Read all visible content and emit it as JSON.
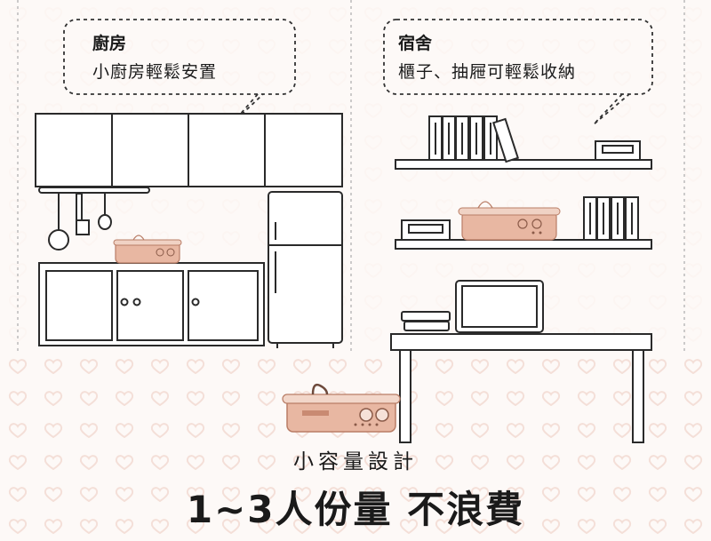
{
  "kitchen": {
    "title": "廚房",
    "text": "小廚房輕鬆安置"
  },
  "dorm": {
    "title": "宿舍",
    "text": "櫃子、抽屜可輕鬆收納"
  },
  "caption": {
    "sub": "小容量設計",
    "main": "1~3人份量 不浪費"
  },
  "colors": {
    "background": "#fdf9f7",
    "line": "#2a2a2a",
    "pot_body": "#e8b7a2",
    "pot_accent": "#c98a72",
    "pattern": "#f3dcd4"
  }
}
